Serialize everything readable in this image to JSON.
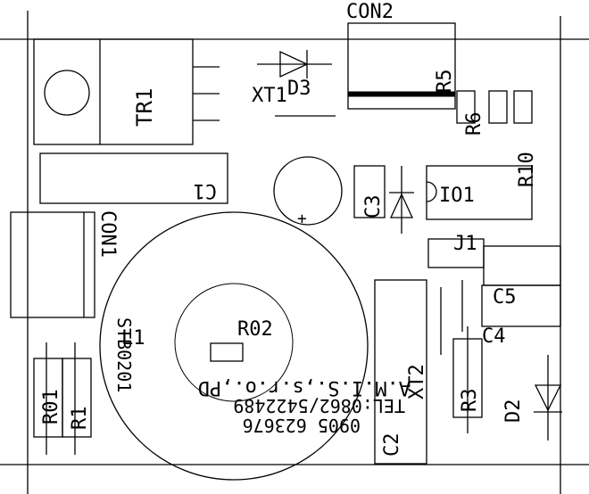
{
  "labels": {
    "con2": "CON2",
    "tr1": "TR1",
    "xt1": "XT1",
    "d3": "D3",
    "r5": "R5",
    "r6": "R6",
    "r10": "R10",
    "c1": "C1",
    "c3": "C3",
    "io1": "IO1",
    "con1": "CON1",
    "j1": "J1",
    "c5": "C5",
    "c4": "C4",
    "l1": "L1",
    "r02": "R02",
    "xt2": "XT2",
    "r3": "R3",
    "d2": "D2",
    "r01": "R01",
    "r1": "R1",
    "c2": "C2",
    "board_code": "STB0201",
    "plus_sign": "+"
  },
  "silkscreen": {
    "company": "A.M.I.S.,s.r.o.,PD",
    "tel": "TEL:0862/5422489",
    "fax": "0905 623676"
  },
  "colors": {
    "ink": "#000000",
    "board": "#ffffff"
  }
}
